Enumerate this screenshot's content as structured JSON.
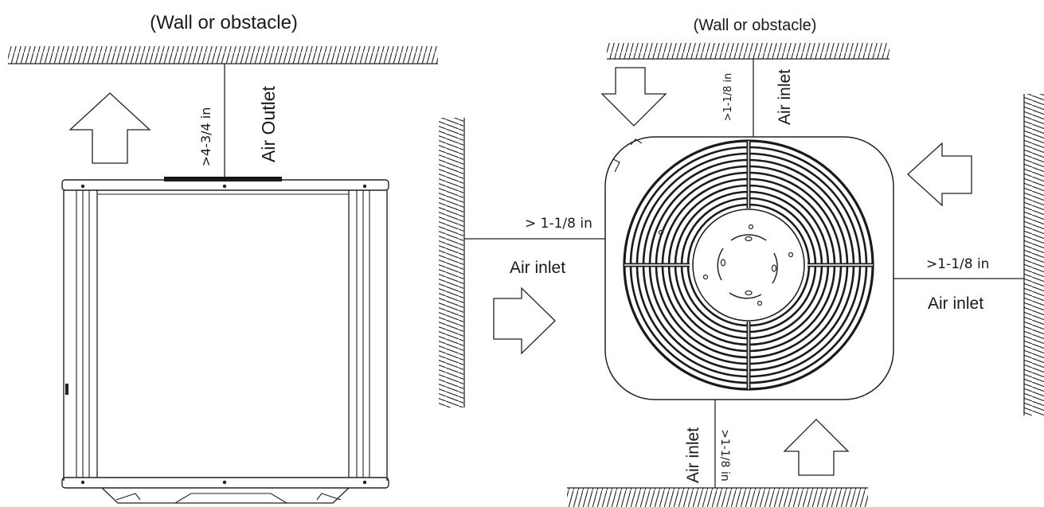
{
  "left_view": {
    "wall_label": "(Wall or obstacle)",
    "clearance": ">4-3/4 in",
    "airflow_label": "Air Outlet"
  },
  "right_view": {
    "top_wall_label": "(Wall or obstacle)",
    "top_clearance": ">1-1/8 in",
    "top_airflow_label": "Air inlet",
    "left_clearance": "> 1-1/8 in",
    "left_airflow_label": "Air inlet",
    "right_clearance": ">1-1/8 in",
    "right_airflow_label": "Air inlet",
    "bottom_clearance": ">1-1/8 in",
    "bottom_airflow_label": "Air inlet"
  }
}
